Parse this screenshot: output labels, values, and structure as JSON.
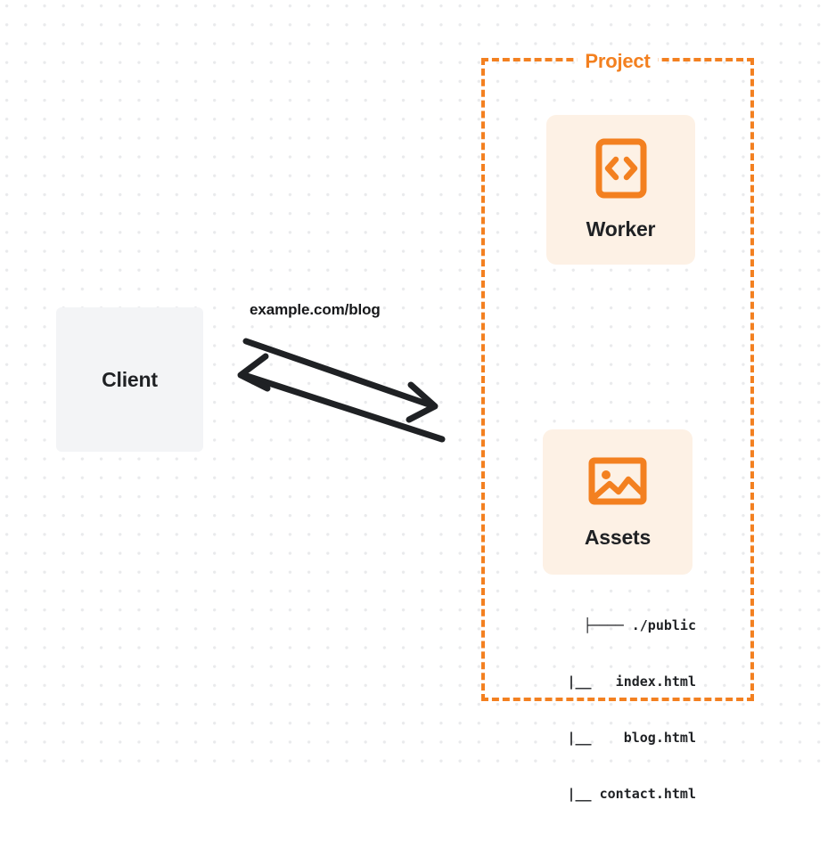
{
  "diagram": {
    "title": "Client to Project request flow",
    "colors": {
      "accent_orange": "#f38020",
      "card_fill": "#fdf1e5",
      "client_fill": "#f3f4f6",
      "text_dark": "#1f2124",
      "grid_dot": "#e9eaec",
      "arrow_stroke": "#1f2124"
    },
    "client": {
      "label": "Client"
    },
    "connection": {
      "label": "example.com/blog",
      "request_arrow_name": "request-arrow",
      "response_arrow_name": "response-arrow"
    },
    "project": {
      "title": "Project",
      "services": [
        {
          "label": "Worker",
          "icon": "code-brackets-icon"
        },
        {
          "label": "Assets",
          "icon": "image-icon"
        }
      ],
      "file_tree": [
        "├──── ./public",
        "     |__   index.html",
        "     |__    blog.html",
        "     |__ contact.html"
      ]
    }
  }
}
